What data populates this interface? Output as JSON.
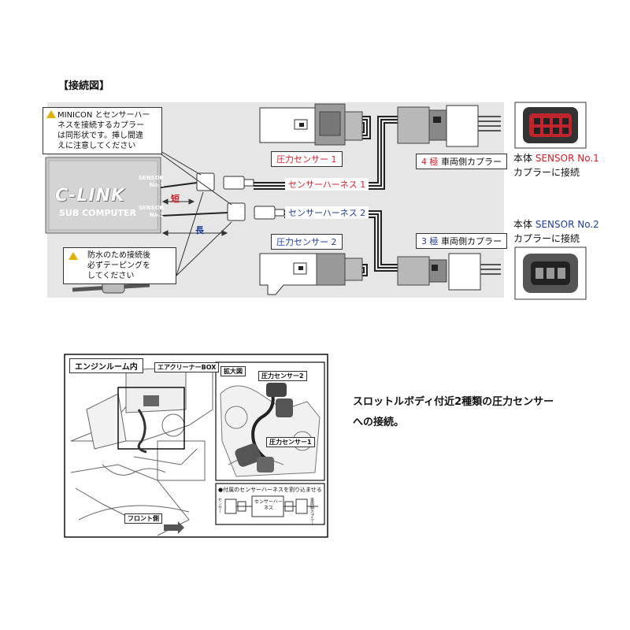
{
  "diagram": {
    "title": "【接続図】",
    "warning1": [
      "MINICON とセンサーハー",
      "ネスを接続するカプラー",
      "は同形状です。挿し間違",
      "えに注意してください"
    ],
    "warning2": [
      "防水のため接続後",
      "必ずテーピングを",
      "してください"
    ],
    "unit": {
      "brand": "C-LINK",
      "sub": "SUB COMPUTER",
      "sensor1": [
        "SENSOR",
        "No.1"
      ],
      "sensor2": [
        "SENSOR",
        "No.2"
      ]
    },
    "short": "短",
    "long": "長",
    "harness1": "センサーハーネス 1",
    "harness2": "センサーハーネス 2",
    "sensor1_box": "圧力センサー 1",
    "sensor2_box": "圧力センサー 2",
    "coupler4_num": "4 極",
    "coupler4_text": " 車両側カプラー",
    "coupler3_num": "3 極",
    "coupler3_text": " 車両側カプラー",
    "right1_line1_a": "本体 ",
    "right1_line1_b": "SENSOR No.1",
    "right1_line2": "カプラーに接続",
    "right2_line1_a": "本体 ",
    "right2_line1_b": "SENSOR No.2",
    "right2_line2": "カプラーに接続"
  },
  "photo": {
    "engine_room": "エンジンルーム内",
    "air_cleaner": "エアクリーナーBOX",
    "front": "フロント側",
    "zoom": "拡大図",
    "ps2": "圧力センサー2",
    "ps1": "圧力センサー1",
    "note": "●付属のセンサーハーネスを割り込ませる",
    "harness_box": "センサーハーネス",
    "side": "センサー",
    "vehicle": "車両側カプラー"
  },
  "caption": [
    "スロットルボディ付近2種類の圧力センサー",
    "への接続。"
  ]
}
